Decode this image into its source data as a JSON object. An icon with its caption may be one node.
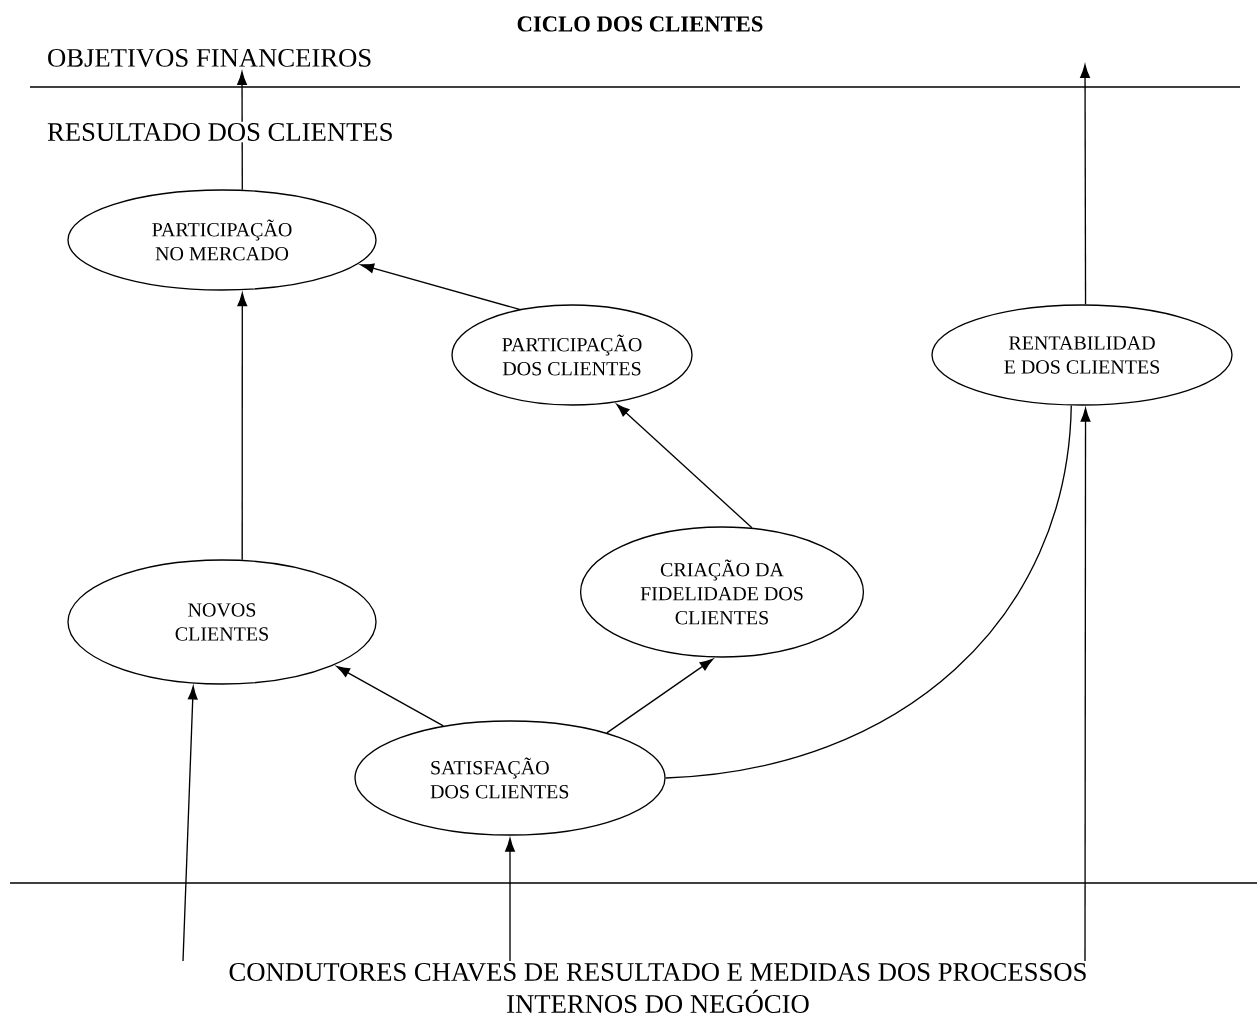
{
  "diagram": {
    "title": "CICLO DOS CLIENTES",
    "nodes": [
      {
        "text": [
          "PARTICIPAÇÃO NO MERCADO"
        ]
      },
      {
        "text": [
          "PARTICIPAÇÃO DOS CLIENTES"
        ]
      },
      {
        "text": [
          "RENTABILIDAD E DOS CLIENTES"
        ]
      },
      {
        "text": [
          "NOVOS CLIENTES"
        ]
      },
      {
        "text": [
          "CRIAÇÃO DA FIDELIDADE DOS CLIENTES"
        ]
      },
      {
        "text": [
          "SATISFAÇÃO DOS CLIENTES"
        ]
      },
      {
        "text": [
          "CONDUTORES CHAVES DE RESULTADO E MEDIDAS DOS PROCESSOS INTERNOS DO NEGÓCIO"
        ]
      },
      {
        "text": [
          "OBJETIVOS FINANCEIROS"
        ]
      }
    ],
    "edges": [
      {
        "from": 0,
        "to": 7,
        "arrow": "to"
      },
      {
        "from": 1,
        "to": 0,
        "arrow": "to"
      },
      {
        "from": 3,
        "to": 0,
        "arrow": "to"
      },
      {
        "from": 4,
        "to": 1,
        "arrow": "to"
      },
      {
        "from": 5,
        "to": 3,
        "arrow": "to"
      },
      {
        "from": 5,
        "to": 4,
        "arrow": "to"
      },
      {
        "from": 5,
        "to": 2,
        "arrow": "none"
      },
      {
        "from": 2,
        "to": null,
        "arrow": "to"
      },
      {
        "from": 6,
        "to": 3,
        "arrow": "to"
      },
      {
        "from": 6,
        "to": 5,
        "arrow": "to"
      },
      {
        "from": 6,
        "to": 2,
        "arrow": "to"
      }
    ],
    "labels": [
      "RESULTADO DOS CLIENTES"
    ]
  }
}
